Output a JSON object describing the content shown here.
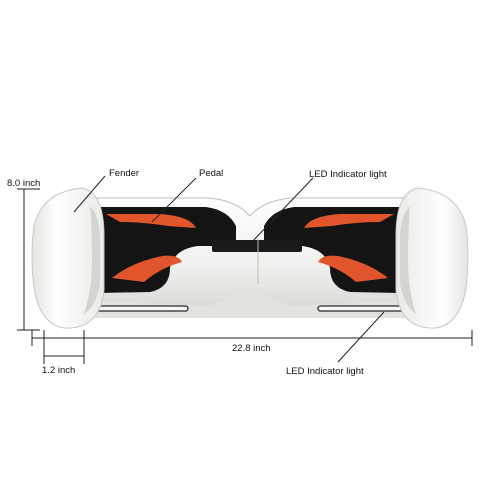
{
  "labels": {
    "fender": "Fender",
    "pedal": "Pedal",
    "led_top": "LED Indicator light",
    "led_bottom": "LED Indicator light"
  },
  "dimensions": {
    "height": "8.0 inch",
    "width": "22.8 inch",
    "offset": "1.2 inch"
  },
  "colors": {
    "body": "#f4f4f2",
    "pad": "#141414",
    "accent": "#e0552b",
    "line": "#222222"
  }
}
